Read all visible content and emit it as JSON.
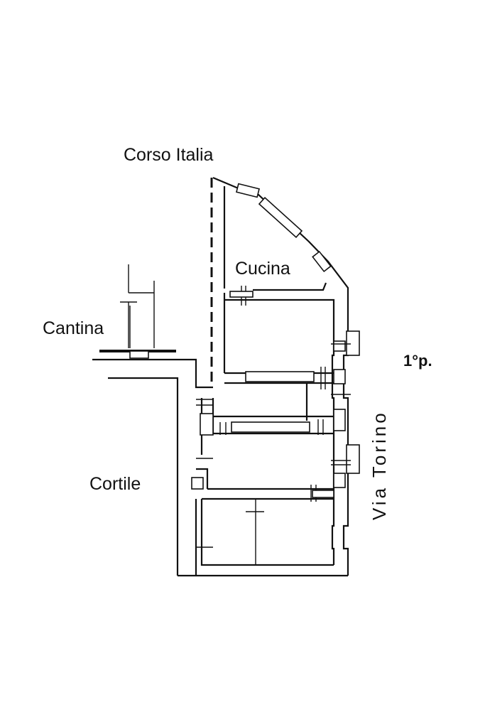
{
  "labels": {
    "street_top": "Corso Italia",
    "kitchen": "Cucina",
    "cellar": "Cantina",
    "floor": "1°p.",
    "street_side": "Via Torino",
    "courtyard": "Cortile"
  }
}
